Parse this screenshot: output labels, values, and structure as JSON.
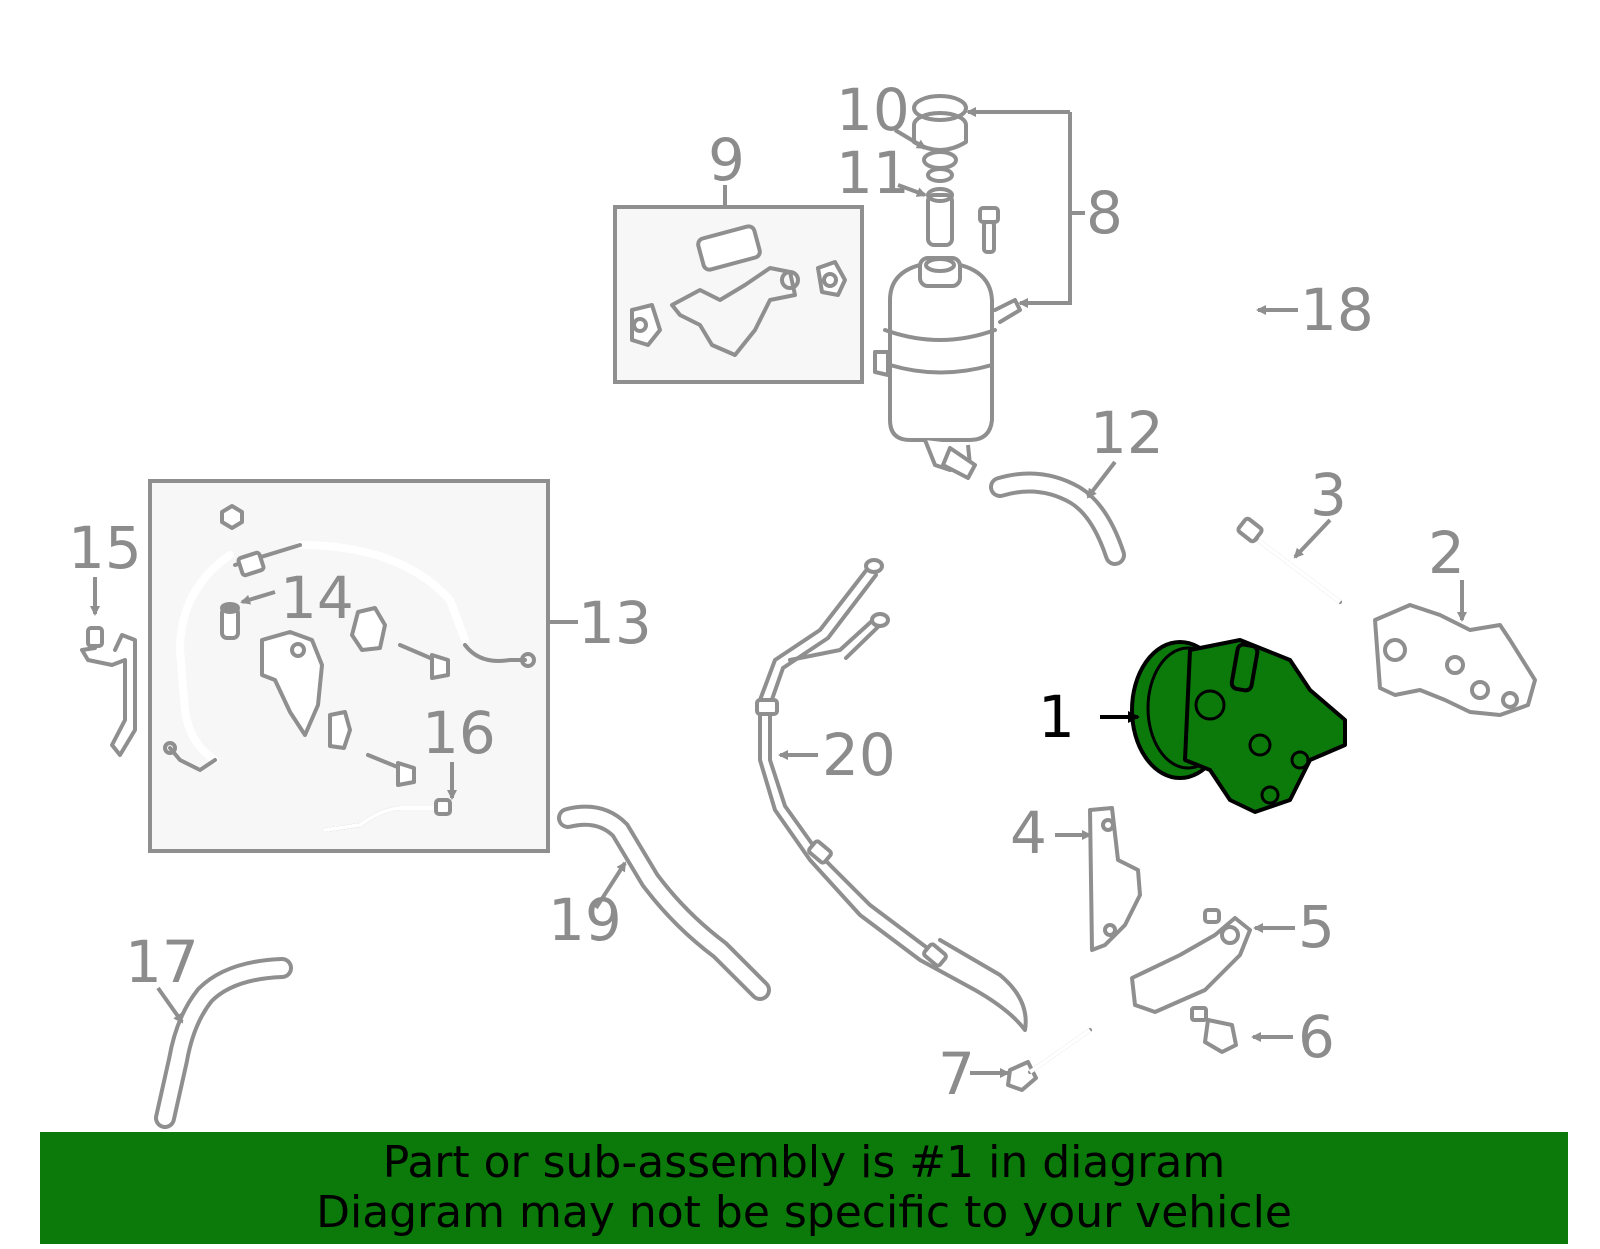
{
  "colors": {
    "banner_bg": "#0b7a0b",
    "highlight_part": "#0b7a0b",
    "line_gray": "#8f8f8f",
    "label_gray": "#8c8c8c"
  },
  "callouts": {
    "c1": "1",
    "c2": "2",
    "c3": "3",
    "c4": "4",
    "c5": "5",
    "c6": "6",
    "c7": "7",
    "c8": "8",
    "c9": "9",
    "c10": "10",
    "c11": "11",
    "c12": "12",
    "c13": "13",
    "c14": "14",
    "c15": "15",
    "c16": "16",
    "c17": "17",
    "c18": "18",
    "c19": "19",
    "c20": "20"
  },
  "banner": {
    "line1": "Part or sub-assembly is #1 in diagram",
    "line2": "Diagram may not be specific to your vehicle"
  }
}
